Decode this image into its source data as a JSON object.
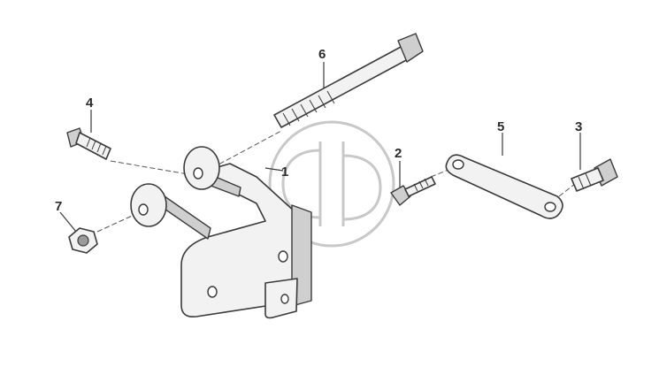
{
  "callouts": {
    "c1": "1",
    "c2": "2",
    "c3": "3",
    "c4": "4",
    "c5": "5",
    "c6": "6",
    "c7": "7"
  },
  "colors": {
    "line": "#3a3a3a",
    "fill": "#f2f2f2",
    "shade": "#cfcfcf",
    "watermark": "#c8c8c8"
  }
}
